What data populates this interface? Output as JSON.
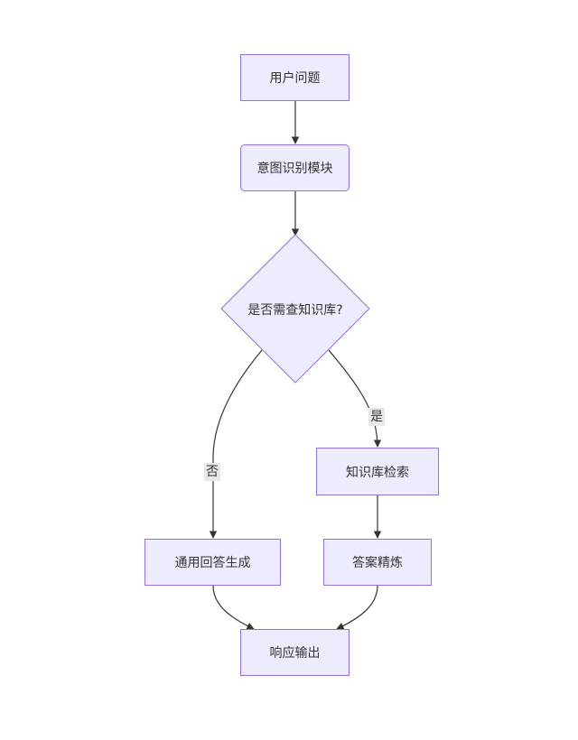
{
  "nodes": {
    "user_question": "用户问题",
    "intent_module": "意图识别模块",
    "decision": "是否需查知识库?",
    "kb_search": "知识库检索",
    "general_answer": "通用回答生成",
    "answer_refine": "答案精炼",
    "response_output": "响应输出"
  },
  "edge_labels": {
    "yes": "是",
    "no": "否"
  },
  "colors": {
    "node_fill": "#ececfe",
    "node_border": "#9370db",
    "edge": "#333333",
    "label_bg": "#e8e8e8"
  }
}
